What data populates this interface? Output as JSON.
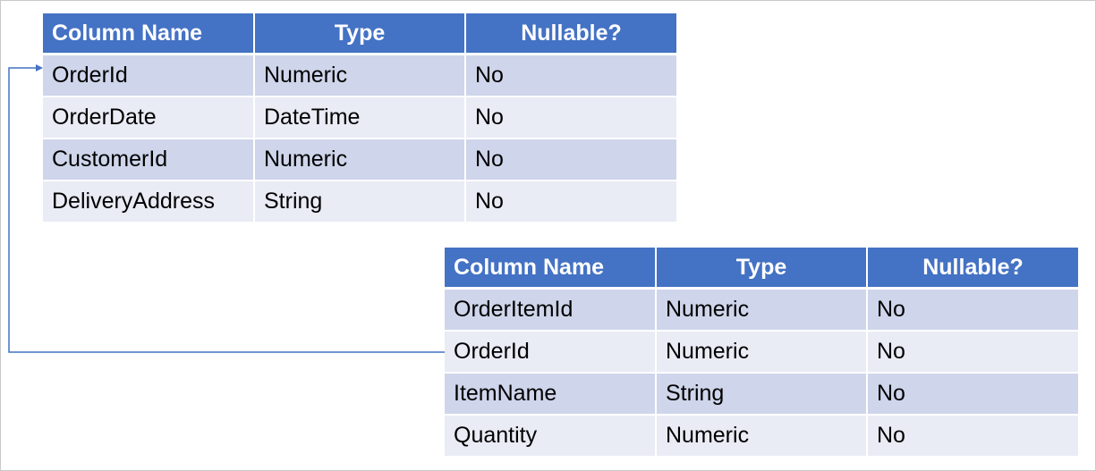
{
  "orders_table": {
    "headers": [
      "Column Name",
      "Type",
      "Nullable?"
    ],
    "rows": [
      [
        "OrderId",
        "Numeric",
        "No"
      ],
      [
        "OrderDate",
        "DateTime",
        "No"
      ],
      [
        "CustomerId",
        "Numeric",
        "No"
      ],
      [
        "DeliveryAddress",
        "String",
        "No"
      ]
    ]
  },
  "order_items_table": {
    "headers": [
      "Column Name",
      "Type",
      "Nullable?"
    ],
    "rows": [
      [
        "OrderItemId",
        "Numeric",
        "No"
      ],
      [
        "OrderId",
        "Numeric",
        "No"
      ],
      [
        "ItemName",
        "String",
        "No"
      ],
      [
        "Quantity",
        "Numeric",
        "No"
      ]
    ]
  },
  "colors": {
    "header_bg": "#4472c4",
    "row_odd_bg": "#cfd5ea",
    "row_even_bg": "#e9ebf5",
    "connector": "#4472c4"
  },
  "connector": {
    "from": "order_items_table.OrderId",
    "to": "orders_table.OrderId"
  }
}
